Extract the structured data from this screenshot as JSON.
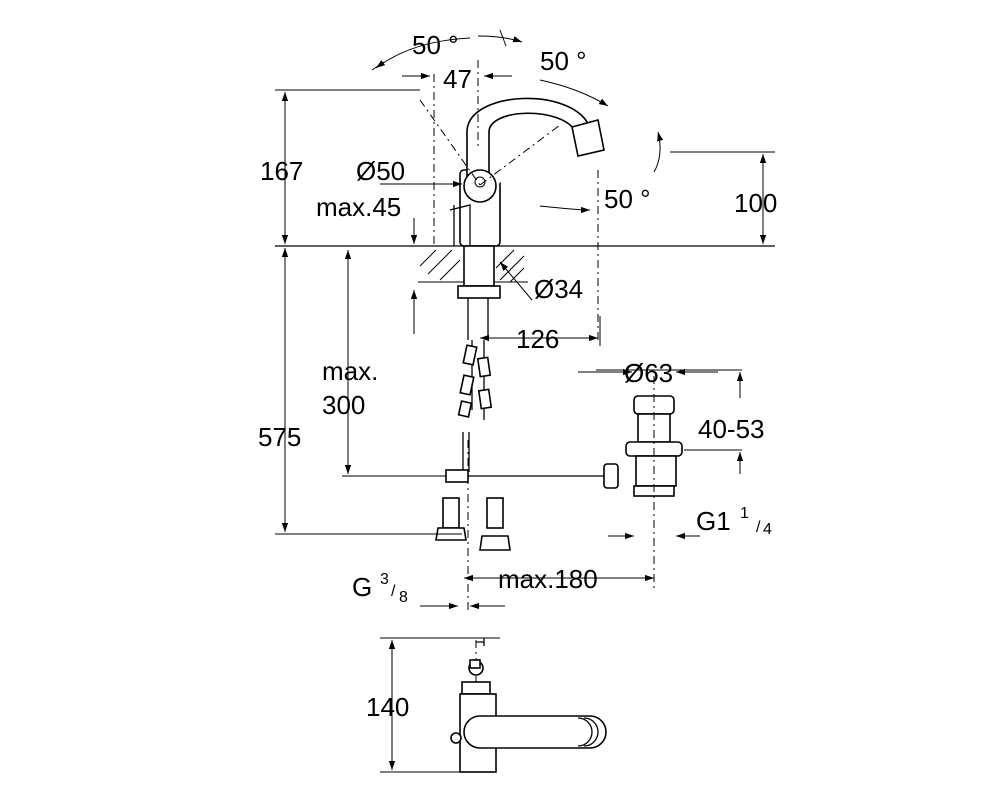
{
  "diagram": {
    "type": "technical-dimension-drawing",
    "dimensions": {
      "angle_top_left": "50 °",
      "width_47": "47",
      "angle_top_right": "50 °",
      "height_167": "167",
      "diameter_50": "Ø50",
      "max_45": "max.45",
      "angle_right": "50 °",
      "height_100": "100",
      "diameter_34": "Ø34",
      "length_126": "126",
      "max_300_line1": "max.",
      "max_300_line2": "300",
      "diameter_63": "Ø63",
      "range_40_53": "40-53",
      "height_575": "575",
      "thread_g1": "G1",
      "thread_g1_num": "1",
      "thread_g1_den": "4",
      "max_180": "max.180",
      "thread_g38": "G",
      "thread_g38_num": "3",
      "thread_g38_den": "8",
      "depth_140": "140"
    }
  }
}
